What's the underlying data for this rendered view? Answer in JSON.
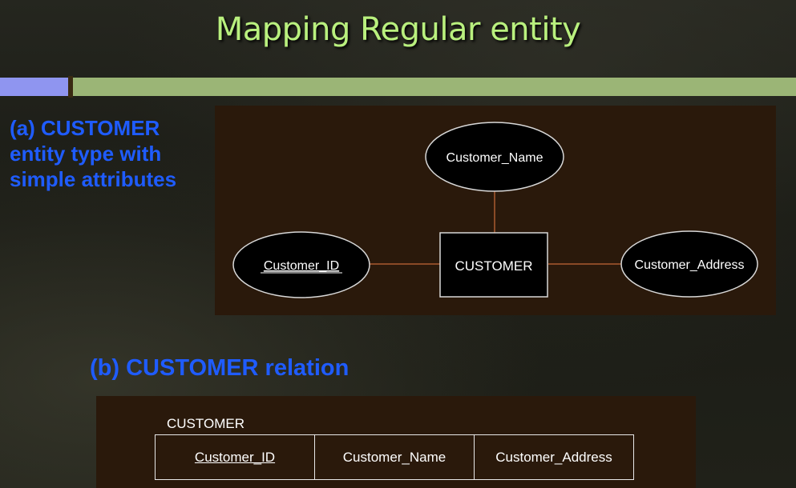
{
  "slide": {
    "title": "Mapping Regular entity"
  },
  "er_section": {
    "caption": "(a) CUSTOMER entity type with simple attributes",
    "entity": "CUSTOMER",
    "attributes": {
      "top": "Customer_Name",
      "left": "Customer_ID",
      "right": "Customer_Address"
    }
  },
  "relation_section": {
    "caption": "(b) CUSTOMER relation",
    "relation_name": "CUSTOMER",
    "columns": [
      "Customer_ID",
      "Customer_Name",
      "Customer_Address"
    ]
  }
}
